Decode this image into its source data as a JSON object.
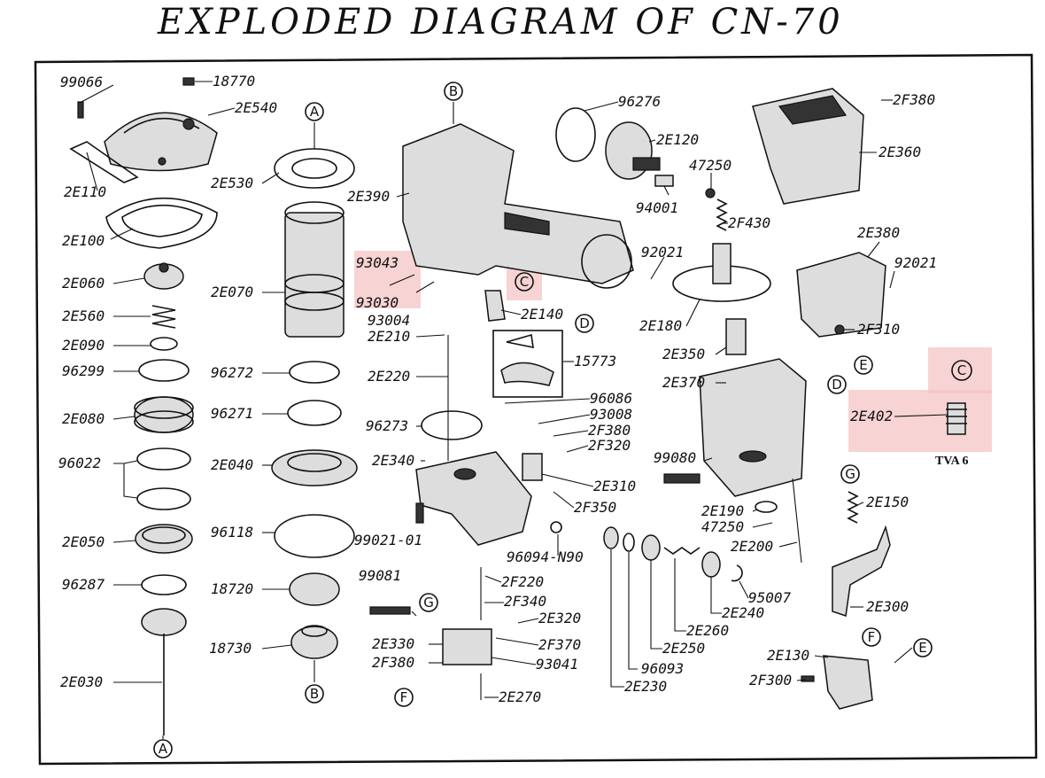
{
  "title": "EXPLODED DIAGRAM OF CN-70",
  "model_note": "TVA 6",
  "highlight_color": "#f4c4c4",
  "ref_letters": {
    "A_top": "A",
    "A_bottom": "A",
    "B_top": "B",
    "B_bottom": "B",
    "C_left": "C",
    "C_right": "C",
    "D_upper": "D",
    "D_lower": "D",
    "E_upper": "E",
    "E_lower": "E",
    "F_left": "F",
    "F_right": "F",
    "G_left": "G",
    "G_right": "G"
  },
  "labels": {
    "p99066": "99066",
    "p18770": "18770",
    "p2E540": "2E540",
    "p2E110": "2E110",
    "p2E100": "2E100",
    "p2E060": "2E060",
    "p2E560": "2E560",
    "p2E090": "2E090",
    "p96299": "96299",
    "p2E080": "2E080",
    "p96022": "96022",
    "p2E050": "2E050",
    "p96287": "96287",
    "p2E030": "2E030",
    "p2E530": "2E530",
    "p2E070": "2E070",
    "p96272": "96272",
    "p96271": "96271",
    "p2E040": "2E040",
    "p96118": "96118",
    "p18720": "18720",
    "p18730": "18730",
    "p2E390": "2E390",
    "p93043": "93043",
    "p93030": "93030",
    "p93004": "93004",
    "p2E210": "2E210",
    "p2E220": "2E220",
    "p96273": "96273",
    "p2E340": "2E340",
    "p99021": "99021-01",
    "p99081": "99081",
    "p96276": "96276",
    "p2E120": "2E120",
    "p94001": "94001",
    "p92021a": "92021",
    "p2E140": "2E140",
    "p15773": "15773",
    "p96086": "96086",
    "p93008": "93008",
    "p2F380a": "2F380",
    "p2F320": "2F320",
    "p2E310": "2E310",
    "p2F350": "2F350",
    "p96094": "96094-N90",
    "p2F220": "2F220",
    "p2F340": "2F340",
    "p2E320": "2E320",
    "p2E330": "2E330",
    "p2F370": "2F370",
    "p2F380b": "2F380",
    "p93041": "93041",
    "p2E270": "2E270",
    "p96093": "96093",
    "p2E230": "2E230",
    "p2E250": "2E250",
    "p2E260": "2E260",
    "p2E240": "2E240",
    "p95007": "95007",
    "p47250a": "47250",
    "p2F430": "2F430",
    "p2E180": "2E180",
    "p2E350": "2E350",
    "p2E370": "2E370",
    "p99080": "99080",
    "p2E190": "2E190",
    "p47250b": "47250",
    "p2E200": "2E200",
    "p2F380c": "2F380",
    "p2E360": "2E360",
    "p2E380": "2E380",
    "p92021b": "92021",
    "p2F310": "2F310",
    "p2E402": "2E402",
    "p2E150": "2E150",
    "p2E300": "2E300",
    "p2E130": "2E130",
    "p2F300": "2F300"
  }
}
